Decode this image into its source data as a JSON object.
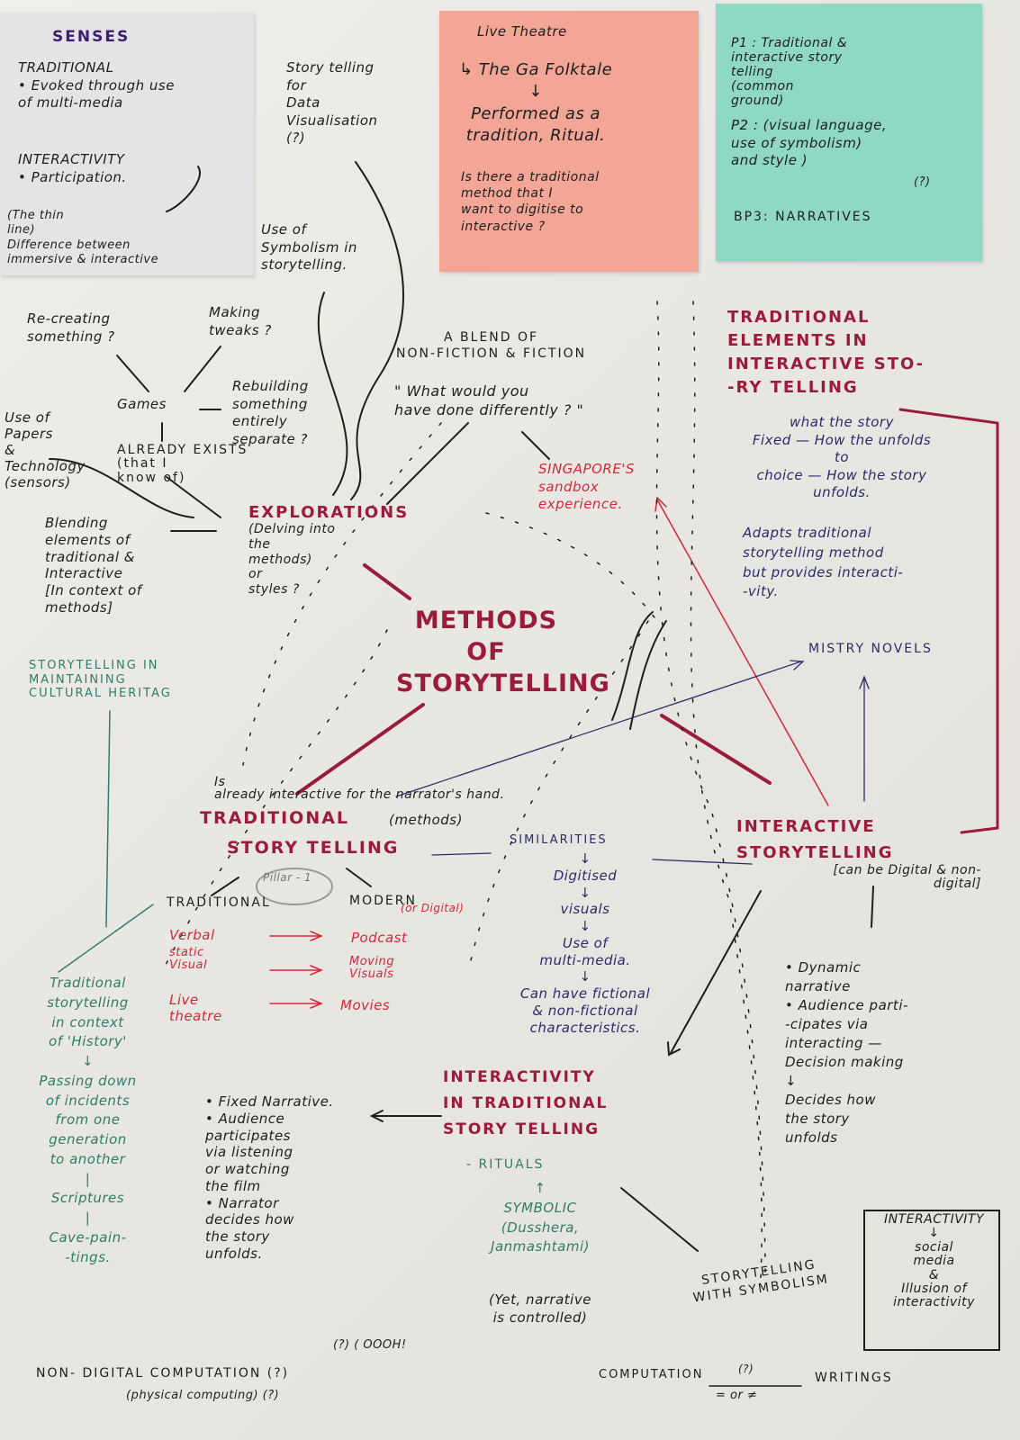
{
  "colors": {
    "paper": "#ebeae6",
    "sticky_grey": "#e4e4e6",
    "sticky_pink": "#f3a596",
    "sticky_teal": "#8fd8c6",
    "maroon": "#9b1b3b",
    "red": "#d8263a",
    "navy": "#2b2b6a",
    "green": "#2f7c6c"
  },
  "sticky_senses": {
    "title": "SENSES",
    "traditional": "TRADITIONAL\n• Evoked through use\nof multi-media",
    "interactivity": "INTERACTIVITY\n• Participation.",
    "difference": "(The thin\nline)\nDifference between\nimmersive & interactive"
  },
  "sticky_theatre": {
    "title": "Live Theatre",
    "folktale": "↳ The Ga Folktale\n↓\nPerformed as a\ntradition, Ritual.",
    "question": "Is there a traditional\nmethod that I\nwant to digitise to\ninteractive ?"
  },
  "sticky_pillars": {
    "p1": "P1 :  Traditional &\ninteractive story\ntelling\n(common\nground)",
    "p2": "P2 : (visual language,\nuse of symbolism)\nand style )",
    "p2_q": "(?)",
    "p3": "BP3:  NARRATIVES"
  },
  "top": {
    "data_vis": "Story telling\nfor\nData\nVisualisation\n(?)",
    "symbolism": "Use of\nSymbolism in\nstorytelling."
  },
  "explorations": {
    "recreating": "Re-creating\nsomething ?",
    "tweaks": "Making\ntweaks ?",
    "games": "Games",
    "rebuilding": "Rebuilding\nsomething\nentirely\nseparate ?",
    "papers": "Use of\nPapers\n&\nTechnology\n(sensors)",
    "exists": "ALREADY EXISTS\n(that I\nknow of)",
    "blending": "Blending\nelements of\ntraditional &\nInteractive\n[In context of\nmethods]",
    "title": "EXPLORATIONS",
    "delving": "(Delving into\nthe\nmethods)\nor\nstyles ?"
  },
  "blend": {
    "title": "A BLEND OF\nNON-FICTION & FICTION",
    "quote": "\" What would you\nhave done differently ? \"",
    "singapore": "SINGAPORE'S\nsandbox\nexperience."
  },
  "center": {
    "title": "METHODS\nOF\nSTORYTELLING"
  },
  "trad_elements": {
    "title": "TRADITIONAL\nELEMENTS   IN\nINTERACTIVE STO-\n-RY TELLING",
    "fixed": "what the story\nFixed — How the unfolds\nto\nchoice — How the story\nunfolds.",
    "adapts": "Adapts traditional\nstorytelling method\nbut provides interacti-\n-vity.",
    "mistry": "MISTRY  NOVELS"
  },
  "heritage": "STORYTELLING IN\nMAINTAINING\nCULTURAL  HERITAG",
  "traditional": {
    "note": "Is\nalready interactive for the narrator's hand.",
    "title": "TRADITIONAL",
    "methods": "(methods)",
    "title2": "STORY TELLING",
    "pillar": "Pillar - 1",
    "col_trad": "TRADITIONAL",
    "col_modern": "MODERN",
    "col_modern_note": "(or Digital)",
    "trad_items": [
      "Verbal",
      "static\nVisual",
      "Live\ntheatre"
    ],
    "modern_items": [
      "Podcast",
      "Moving\nVisuals",
      "Movies"
    ],
    "history": "Traditional\nstorytelling\nin context\nof 'History'\n↓\nPassing down\nof incidents\nfrom one\ngeneration\nto another\n|\nScriptures\n|\nCave-pain-\n-tings.",
    "fixed": "• Fixed Narrative.\n• Audience\nparticipates\nvia listening\nor watching\nthe film\n• Narrator\ndecides how\nthe story\nunfolds."
  },
  "similarities": {
    "title": "SIMILARITIES",
    "list": "↓\nDigitised\n↓\nvisuals\n↓\nUse of\nmulti-media.\n↓\nCan have fictional\n& non-fictional\ncharacteristics."
  },
  "interactive": {
    "title": "INTERACTIVE\nSTORYTELLING",
    "sub": "[can be Digital & non-\ndigital]",
    "list": "• Dynamic\nnarrative\n• Audience parti-\n-cipates via\ninteracting —\nDecision making\n↓\nDecides how\nthe story\nunfolds"
  },
  "interactivity_trad": {
    "title": "INTERACTIVITY\nIN TRADITIONAL\nSTORY TELLING",
    "rituals": "- RITUALS",
    "symbolic": "↑\nSYMBOLIC\n(Dusshera,\nJanmashtami)",
    "yet": "(Yet, narrative\nis controlled)"
  },
  "symbolism": "STORYTELLING\nWITH SYMBOLISM",
  "box": "INTERACTIVITY\n↓\nsocial\nmedia\n&\nIllusion of\ninteractivity",
  "bottom": {
    "nondigital": "NON- DIGITAL    COMPUTATION (?)",
    "oooh": "(?)  ( OOOH!",
    "physical": "(physical computing) (?)",
    "computation": "COMPUTATION",
    "comp_q": "(?)",
    "writings": "WRITINGS",
    "equals": "= or ≠"
  }
}
